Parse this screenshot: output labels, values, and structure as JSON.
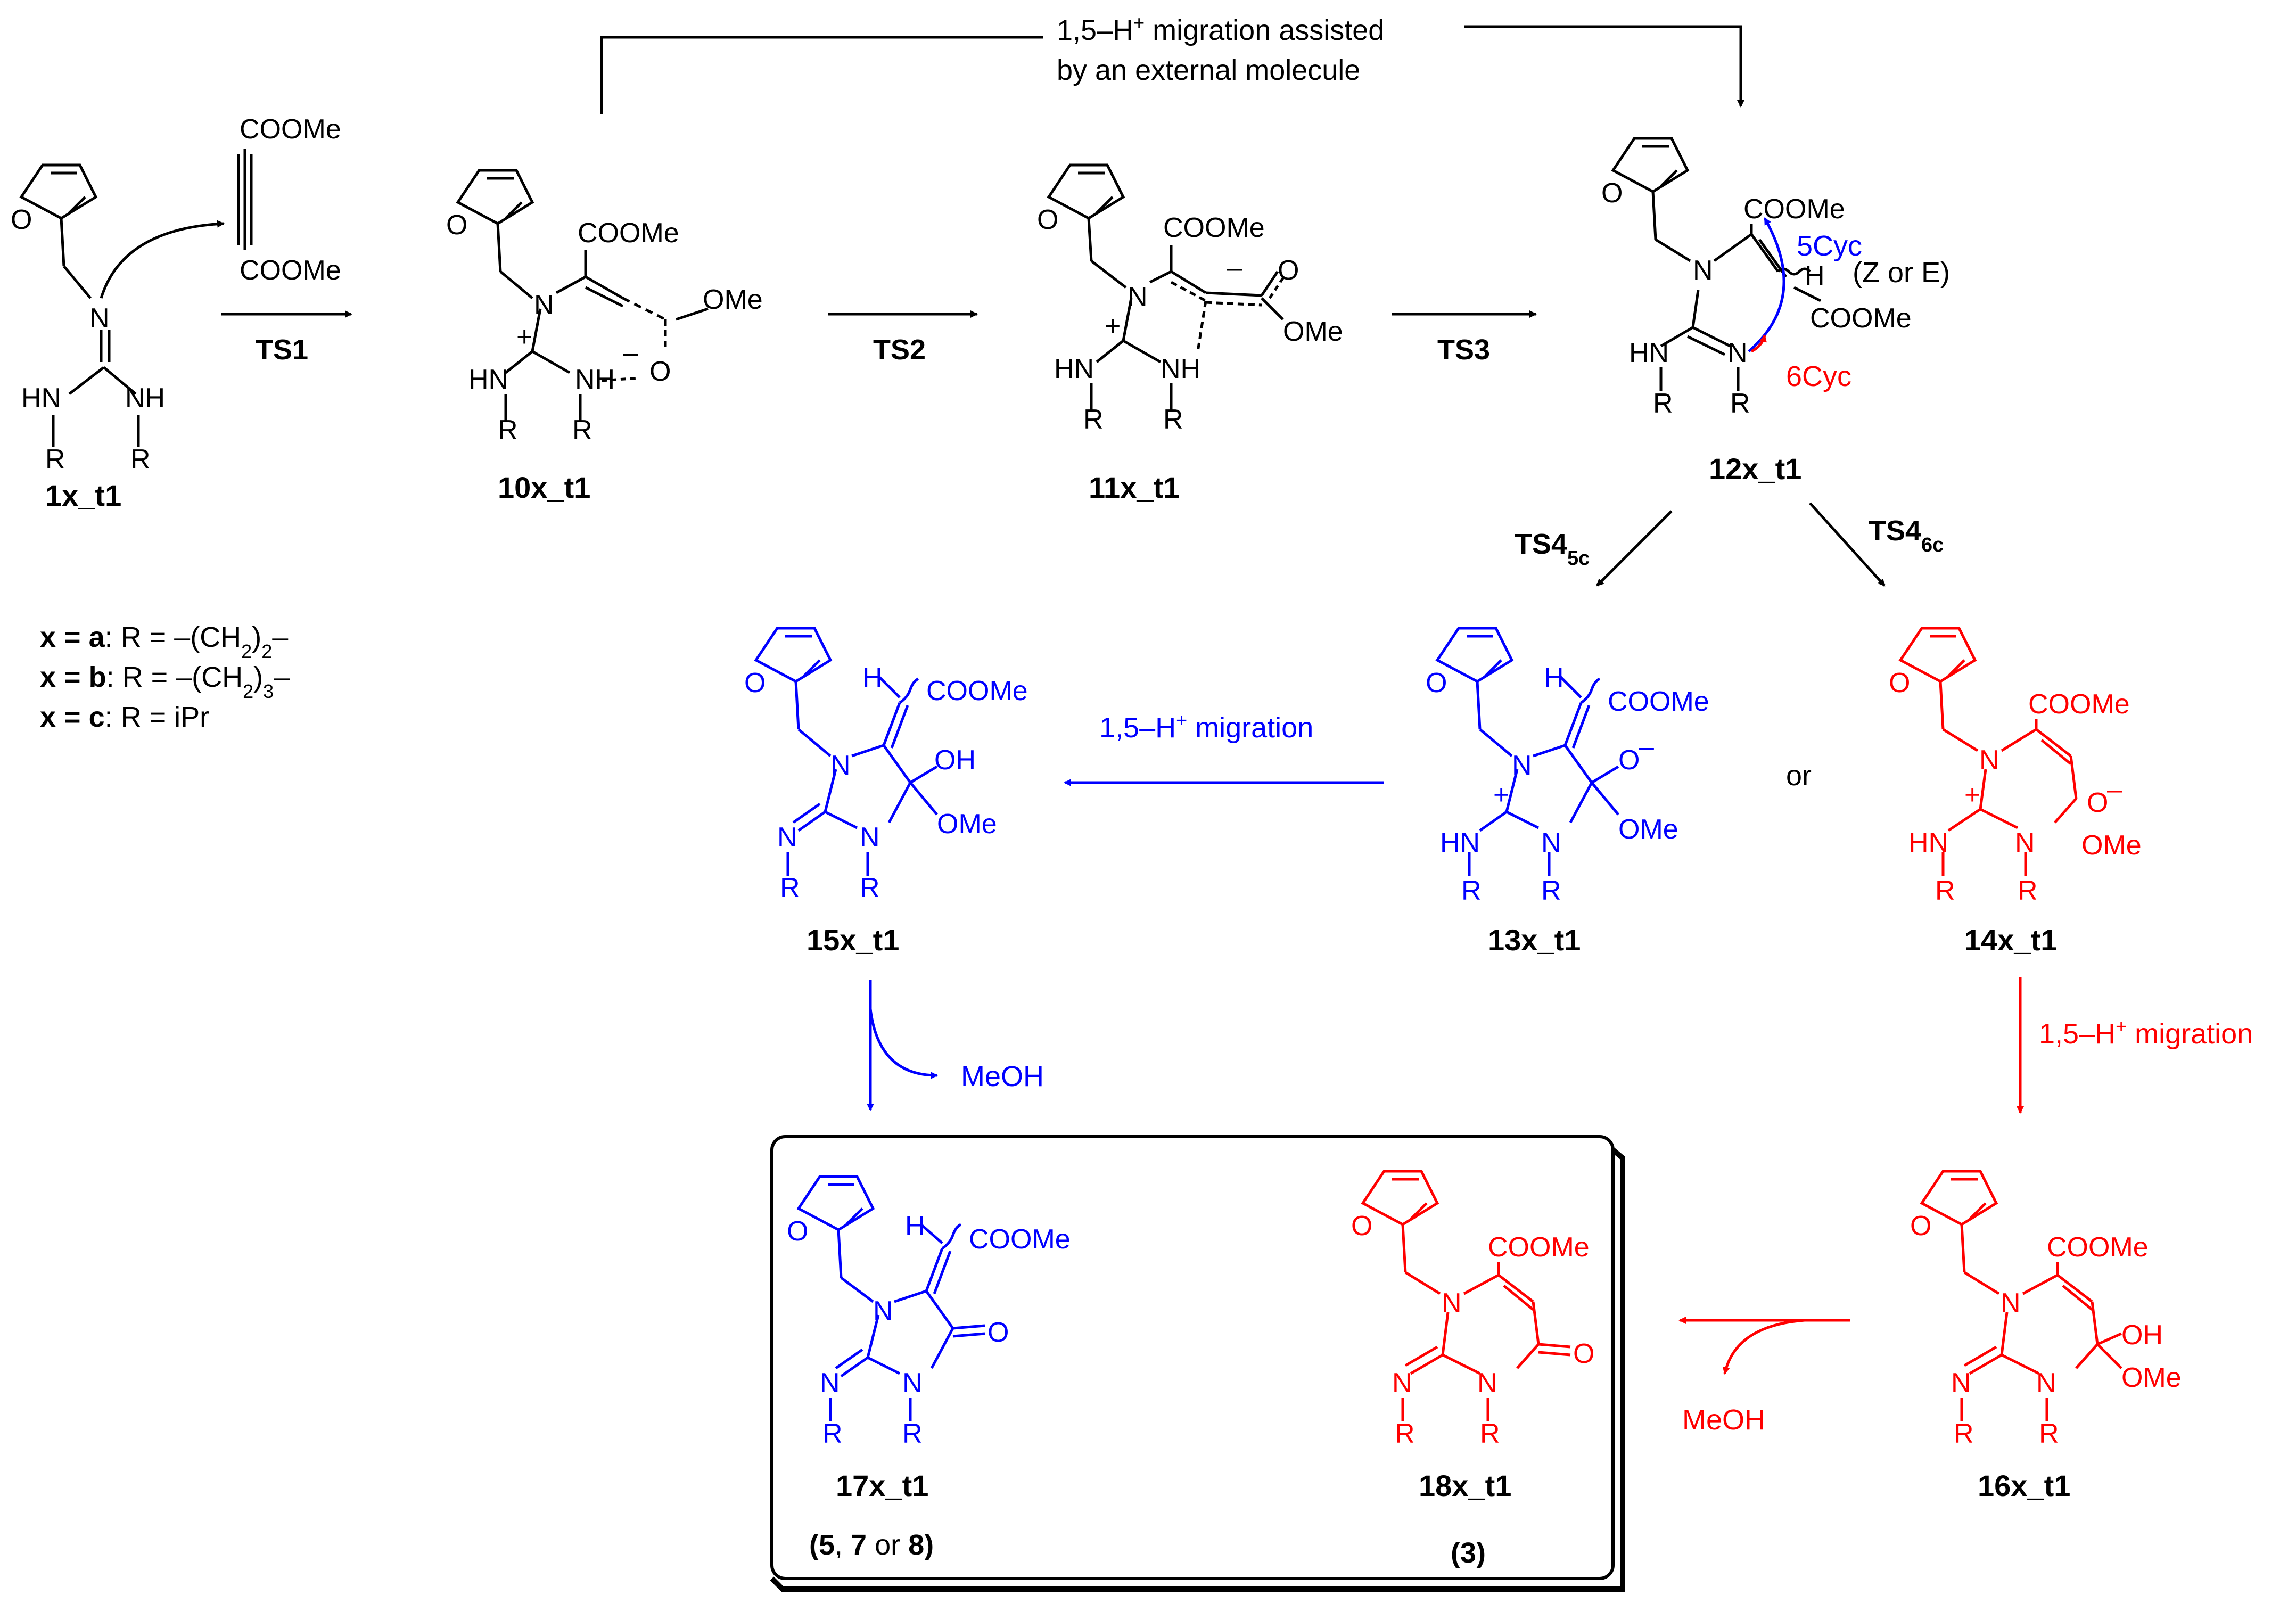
{
  "colors": {
    "black": "#000000",
    "blue": "#0000ff",
    "red": "#ff0000"
  },
  "compounds": {
    "c1": "1x_t1",
    "c10": "10x_t1",
    "c11": "11x_t1",
    "c12": "12x_t1",
    "c13": "13x_t1",
    "c14": "14x_t1",
    "c15": "15x_t1",
    "c16": "16x_t1",
    "c17": "17x_t1",
    "c18": "18x_t1"
  },
  "transition_states": {
    "ts1": "TS1",
    "ts2": "TS2",
    "ts3": "TS3",
    "ts4": "TS4",
    "sub5c": "5c",
    "sub6c": "6c"
  },
  "top_note": {
    "line1_prefix": "1,5–H",
    "line1_sup": "+",
    "line1_suffix": " migration assisted",
    "line2": "by an external molecule"
  },
  "migration": {
    "prefix": "1,5–H",
    "sup": "+",
    "suffix": " migration"
  },
  "byproduct": "MeOH",
  "or_text": "or",
  "cyclization": {
    "five": "5Cyc",
    "six": "6Cyc",
    "zore": "(Z or E)"
  },
  "legend": [
    {
      "key": "x = a",
      "text": "R = –(CH",
      "sub": "2",
      "close": ")",
      "sub2": "2",
      "tail": "–"
    },
    {
      "key": "x = b",
      "text": "R = –(CH",
      "sub": "2",
      "close": ")",
      "sub2": "3",
      "tail": "–"
    },
    {
      "key": "x = c",
      "text": "R = iPr"
    }
  ],
  "product_notes": {
    "p17": "(5, 7 or 8)",
    "p17_a": "(",
    "p17_b": "5",
    "p17_c": ", ",
    "p17_d": "7",
    "p17_e": " or ",
    "p17_f": "8",
    "p17_g": ")",
    "p18": "(3)"
  },
  "atoms": {
    "COOMe": "COOMe",
    "OMe": "OMe",
    "OH": "OH",
    "O": "O",
    "N": "N",
    "NH": "NH",
    "HN": "HN",
    "H": "H",
    "R": "R",
    "plus": "+",
    "minus": "–",
    "Ominus": "O"
  }
}
